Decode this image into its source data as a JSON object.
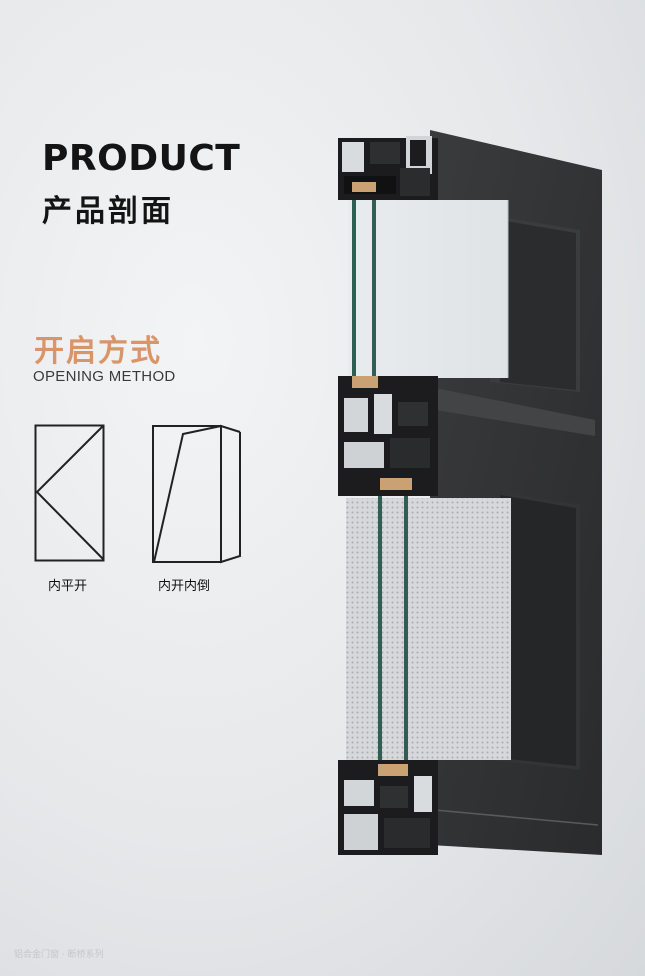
{
  "header": {
    "title_en": "PRODUCT",
    "title_cn": "产品剖面"
  },
  "opening": {
    "title_cn": "开启方式",
    "title_en": "OPENING METHOD",
    "methods": [
      {
        "label": "内平开",
        "icon": "casement-inward-icon"
      },
      {
        "label": "内开内倒",
        "icon": "tilt-turn-icon"
      }
    ]
  },
  "image": {
    "subject": "window-profile-cross-section"
  },
  "watermark": "铝合金门窗 · 断桥系列",
  "colors": {
    "accent": "#d9956a",
    "text": "#141414",
    "frame": "#2f3032"
  }
}
